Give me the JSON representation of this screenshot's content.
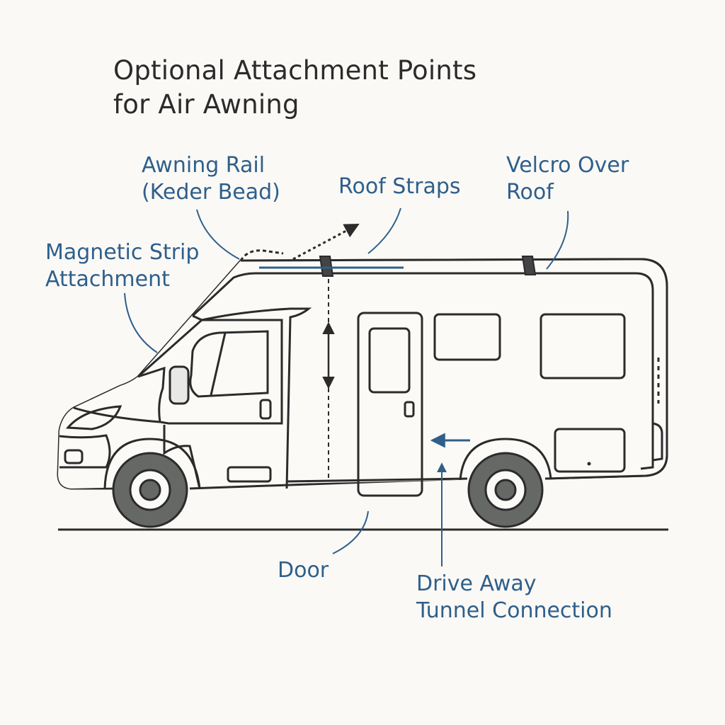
{
  "title": {
    "line1": "Optional Attachment Points",
    "line2": "for Air Awning"
  },
  "labels": {
    "awning_rail": {
      "line1": "Awning Rail",
      "line2": "(Keder Bead)"
    },
    "roof_straps": {
      "line1": "Roof Straps"
    },
    "velcro": {
      "line1": "Velcro Over",
      "line2": "Roof"
    },
    "magnetic": {
      "line1": "Magnetic Strip",
      "line2": "Attachment"
    },
    "door": {
      "line1": "Door"
    },
    "drive_away": {
      "line1": "Drive Away",
      "line2": "Tunnel Connection"
    }
  },
  "colors": {
    "label": "#2f5f8a",
    "outline": "#2b2b2b",
    "tire": "#6b6b6b",
    "background": "#faf9f6"
  }
}
